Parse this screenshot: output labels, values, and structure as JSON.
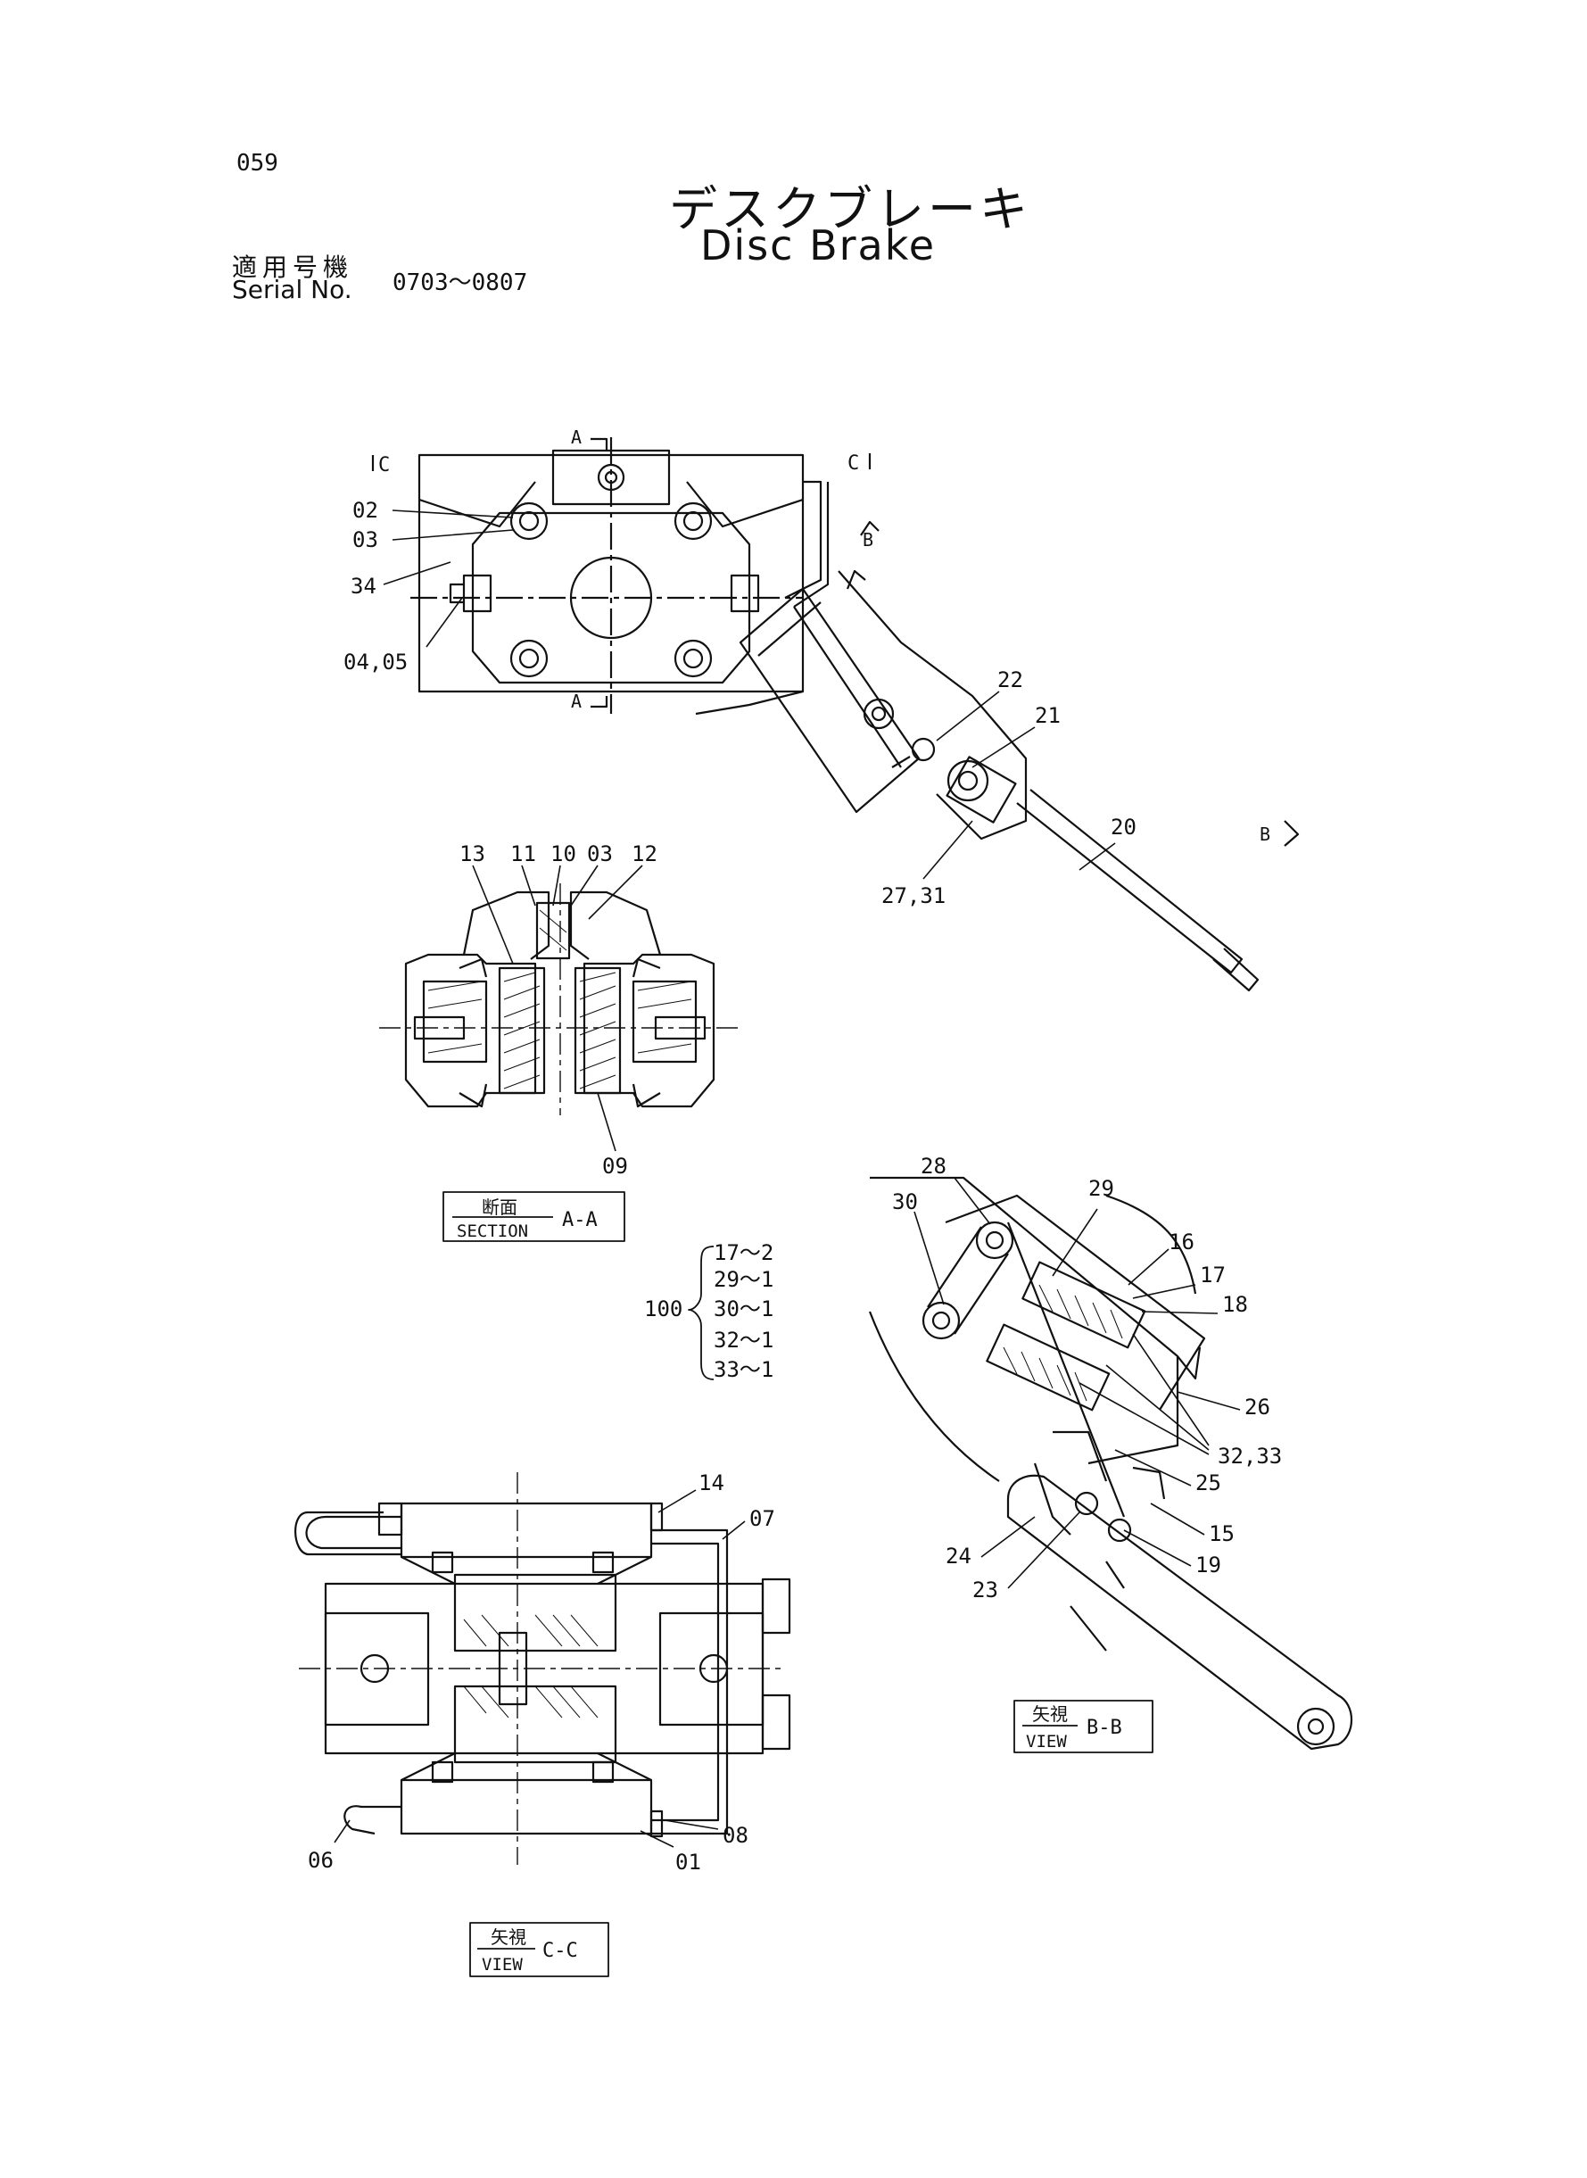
{
  "page": {
    "number": "059",
    "title_jp": "デスクブレーキ",
    "title_en": "Disc Brake",
    "serial_label_jp": "適用号機",
    "serial_label_en": "Serial No.",
    "serial_value": "0703～0807"
  },
  "callouts": {
    "top": [
      "02",
      "03",
      "34",
      "04,05",
      "22",
      "21",
      "20",
      "27,31"
    ],
    "section": [
      "13",
      "11",
      "10",
      "03",
      "12",
      "09"
    ],
    "view_bb": [
      "28",
      "29",
      "30",
      "16",
      "17",
      "18",
      "26",
      "32,33",
      "25",
      "15",
      "19",
      "24",
      "23"
    ],
    "view_cc": [
      "14",
      "07",
      "06",
      "01",
      "08"
    ]
  },
  "section_marks": {
    "a": "A",
    "b": "B",
    "c": "C"
  },
  "kit": {
    "number": "100",
    "items": [
      "17～2",
      "29～1",
      "30～1",
      "32～1",
      "33～1"
    ]
  },
  "view_labels": {
    "section_aa": {
      "jp": "断面",
      "en": "SECTION",
      "code": "A-A"
    },
    "view_bb": {
      "jp": "矢視",
      "en": "VIEW",
      "code": "B-B"
    },
    "view_cc": {
      "jp": "矢視",
      "en": "VIEW",
      "code": "C-C"
    }
  }
}
